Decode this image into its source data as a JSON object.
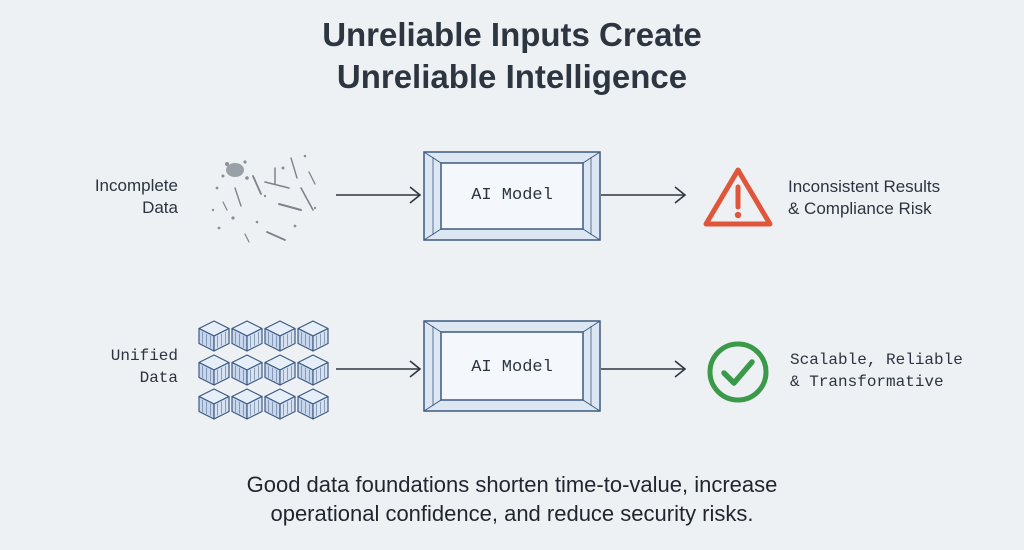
{
  "title": {
    "line1": "Unreliable Inputs Create",
    "line2": "Unreliable Intelligence"
  },
  "rows": [
    {
      "input_label": [
        "Incomplete",
        "Data"
      ],
      "input_icon": "scattered-fragments-icon",
      "model_label": "AI Model",
      "status_icon": "warning-triangle-icon",
      "status_color": "#e0563b",
      "output_label": [
        "Inconsistent Results",
        "& Compliance Risk"
      ]
    },
    {
      "input_label": [
        "Unified",
        "Data"
      ],
      "input_icon": "cube-grid-icon",
      "model_label": "AI Model",
      "status_icon": "checkmark-circle-icon",
      "status_color": "#3a9a4a",
      "output_label": [
        "Scalable, Reliable",
        "& Transformative"
      ]
    }
  ],
  "footer": {
    "line1": "Good data foundations shorten time-to-value, increase",
    "line2": "operational confidence, and reduce security risks."
  },
  "colors": {
    "line": "#3d5a80",
    "model_fill": "#dde6f3",
    "text": "#2d3640"
  }
}
